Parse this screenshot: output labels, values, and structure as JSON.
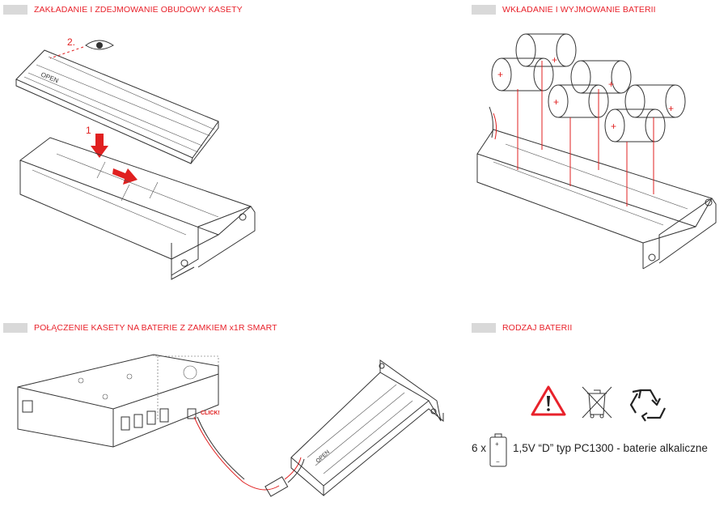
{
  "sections": {
    "case_assembly": {
      "title": "ZAKŁADANIE I ZDEJMOWANIE OBUDOWY KASETY",
      "step1": "1",
      "step2": "2.",
      "open_label": "OPEN"
    },
    "battery_insert": {
      "title": "WKŁADANIE I WYJMOWANIE BATERII"
    },
    "connection": {
      "title": "POŁĄCZENIE KASETY NA BATERIE Z ZAMKIEM x1R SMART",
      "click_label": "CLICK!",
      "open_label": "OPEN"
    },
    "battery_type": {
      "title": "RODZAJ BATERII",
      "count": "6 x",
      "description": "1,5V “D” typ PC1300 - baterie alkaliczne",
      "icons": [
        "warning-icon",
        "crossed-bin-icon",
        "recycle-icon"
      ]
    }
  },
  "colors": {
    "accent": "#e8222b",
    "header_bar": "#d9d9d9",
    "line": "#333333"
  }
}
